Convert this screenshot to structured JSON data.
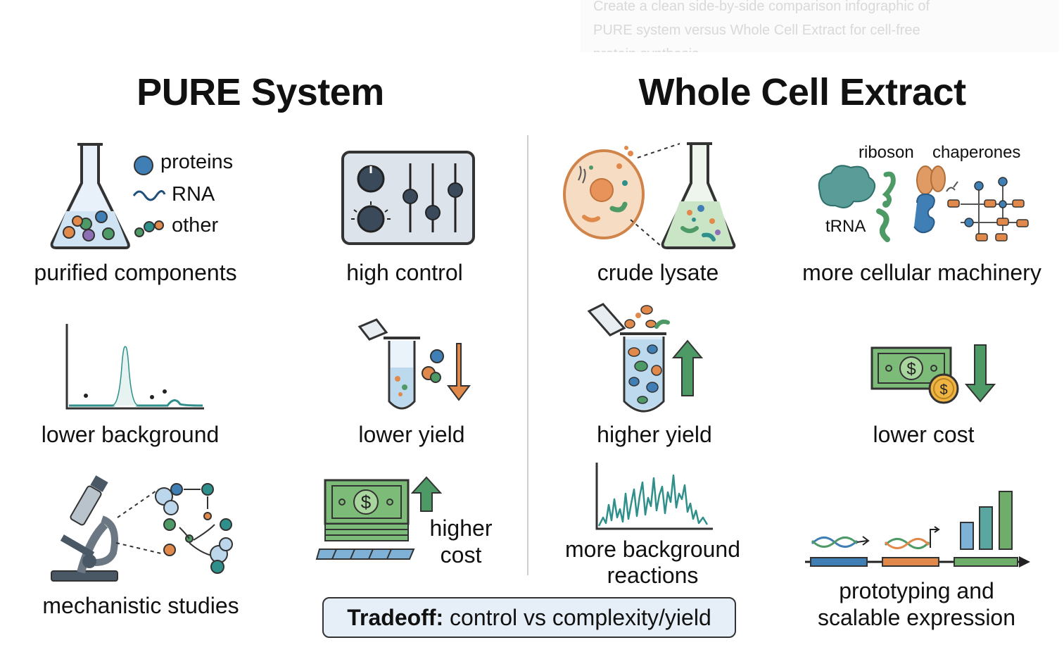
{
  "prompt_ghost": [
    "Create a clean side-by-side comparison infographic of",
    "PURE system versus Whole Cell Extract for cell-free",
    "protein synthesis"
  ],
  "left": {
    "title": "PURE System",
    "legend": [
      "proteins",
      "RNA",
      "other"
    ],
    "captions": {
      "purified": "purified components",
      "control": "high control",
      "background": "lower background",
      "yield": "lower yield",
      "mechanistic": "mechanistic studies",
      "cost_line1": "higher",
      "cost_line2": "cost"
    }
  },
  "right": {
    "title": "Whole Cell Extract",
    "machinery_labels": [
      "riboson",
      "chaperones",
      "tRNA"
    ],
    "captions": {
      "lysate": "crude lysate",
      "machinery": "more cellular machinery",
      "yield": "higher yield",
      "cost": "lower cost",
      "background_line1": "more background",
      "background_line2": "reactions",
      "proto_line1": "prototyping and",
      "proto_line2": "scalable expression"
    }
  },
  "tradeoff": {
    "label": "Tradeoff:",
    "text": "control vs complexity/yield"
  },
  "colors": {
    "blue": "#3f7fb5",
    "teal": "#2f8f8a",
    "green": "#4e9a66",
    "orange": "#e0894a",
    "purple": "#8d6fb5",
    "lightblue": "#dbe9f5"
  }
}
